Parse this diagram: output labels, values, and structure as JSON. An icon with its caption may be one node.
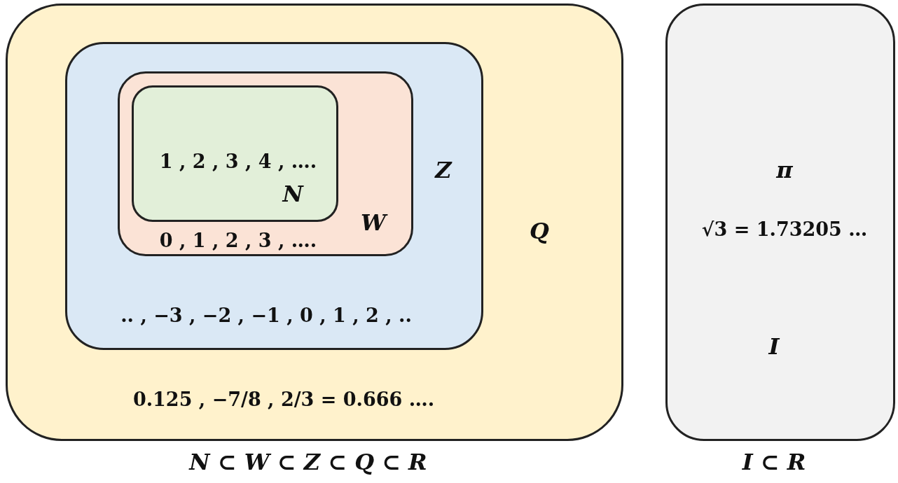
{
  "diagram": {
    "nodes": [
      {
        "text": [
          "Q",
          "0.125 , −7/8 , 2/3 = 0.666 …."
        ]
      },
      {
        "text": [
          "Z",
          ".. , −3 , −2 , −1 , 0 , 1 , 2 , .."
        ],
        "in": 0
      },
      {
        "text": [
          "W",
          "0 , 1 , 2 , 3 , …."
        ],
        "in": 1
      },
      {
        "text": [
          "1 , 2 , 3 , 4 , ….",
          "N"
        ],
        "in": 2
      },
      {
        "text": [
          "π",
          "√3 = 1.73205 …",
          "I"
        ]
      }
    ],
    "labels": [
      "N ⊂ W ⊂ Z ⊂ Q ⊂ R",
      "I ⊂ R"
    ]
  }
}
